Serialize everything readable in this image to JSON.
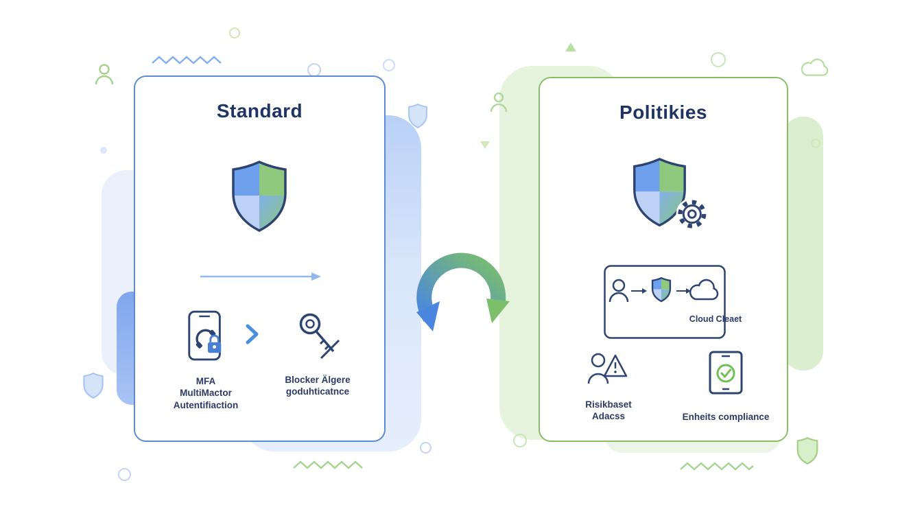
{
  "left_card": {
    "title": "Standard",
    "items": [
      {
        "lines": [
          "MFA",
          "MultiMactor",
          "Autentifiaction"
        ]
      },
      {
        "lines": [
          "Blocker Älgere",
          "goduhticatnce"
        ]
      }
    ]
  },
  "right_card": {
    "title": "Politikies",
    "flow_label": "Cloud Cleaet",
    "items": [
      {
        "lines": [
          "Risikbaset",
          "Adacss"
        ]
      },
      {
        "lines": [
          "Enheits compliance"
        ]
      }
    ]
  },
  "colors": {
    "accent_blue": "#4a7fd4",
    "accent_green": "#7cb85c",
    "navy": "#2b3a66"
  }
}
